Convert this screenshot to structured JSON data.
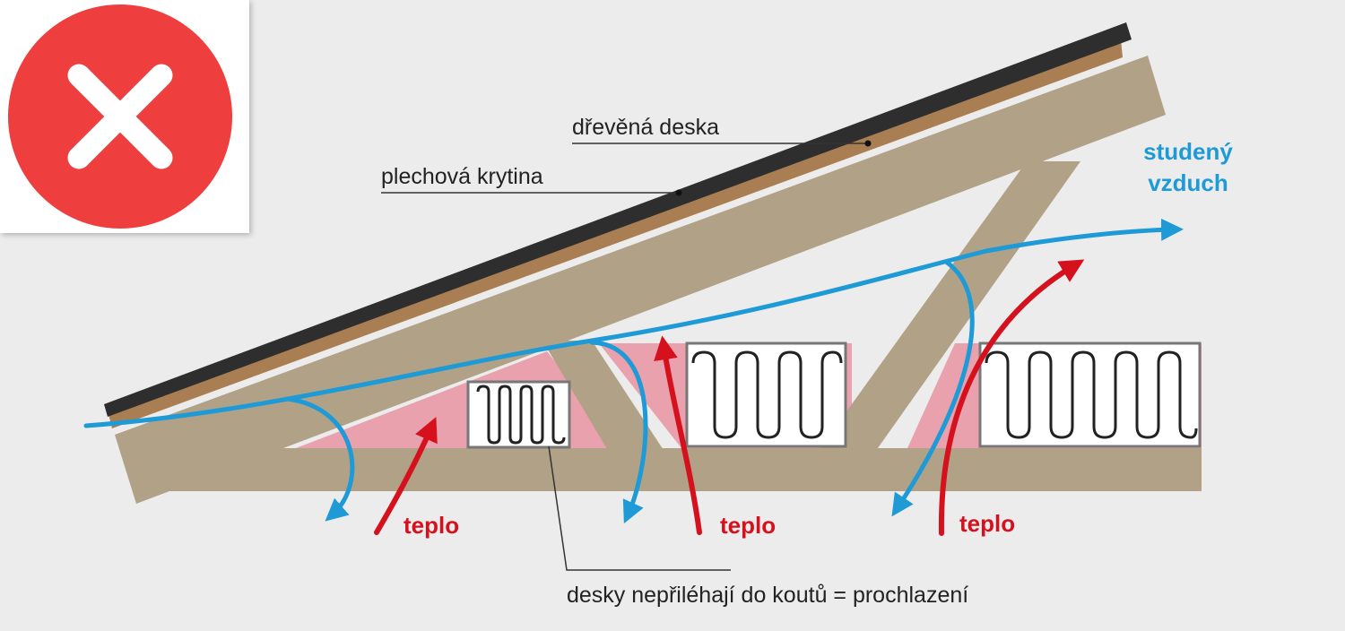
{
  "badge": {
    "icon": "close-x-icon",
    "color": "#ef3e3e"
  },
  "labels": {
    "wood_board": "dřevěná deska",
    "metal_roofing": "plechová krytina",
    "cold_air_line1": "studený",
    "cold_air_line2": "vzduch",
    "heat": [
      "teplo",
      "teplo",
      "teplo"
    ],
    "gap_note": "desky nepřiléhají do koutů = prochlazení"
  },
  "colors": {
    "background": "#ececec",
    "timber": "#b1a287",
    "roof_sheet": "#2e2e2e",
    "wood_board": "#a87e52",
    "cold_gap": "#e8a1ad",
    "cold_air": "#1e9ad6",
    "heat": "#d6111e"
  }
}
